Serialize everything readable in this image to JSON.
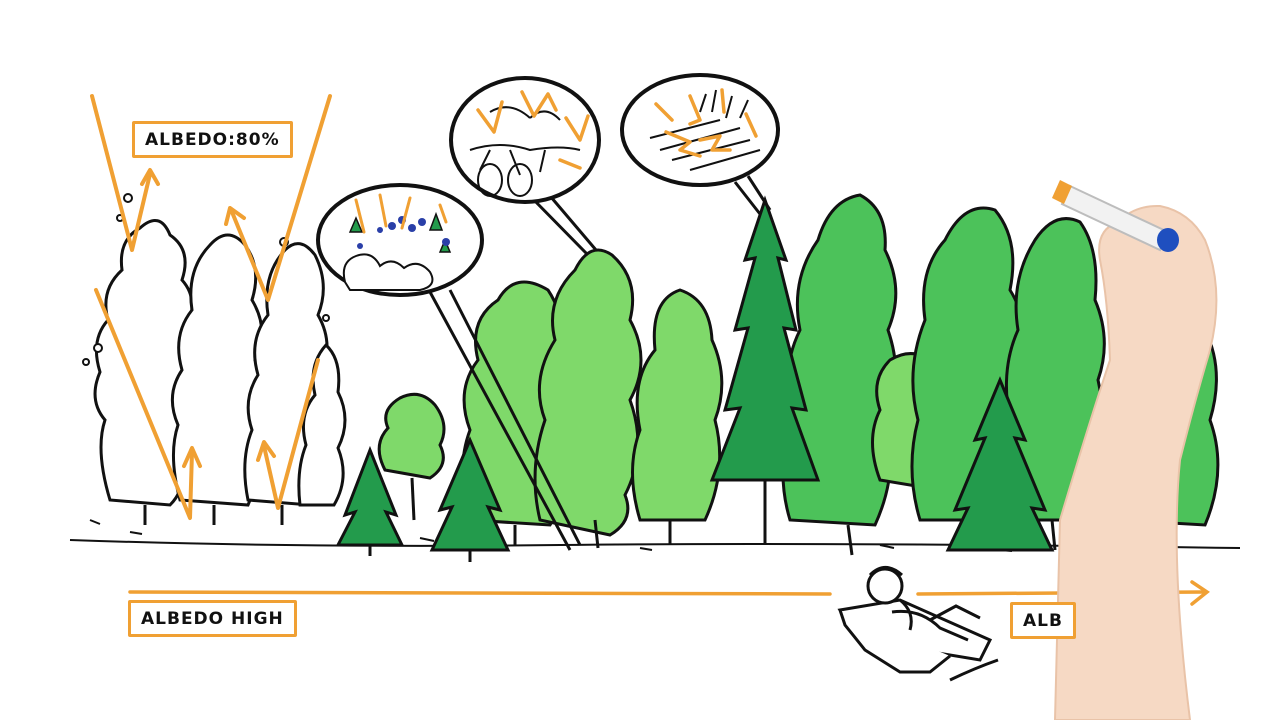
{
  "labels": {
    "albedo_percent": "ALBEDO:80%",
    "albedo_high": "ALBEDO HIGH",
    "albedo_lower_partial": "ALB"
  },
  "icons": [
    "snowy-tree-icon",
    "green-tree-icon",
    "spruce-tree-icon",
    "sun-ray-arrow-icon",
    "magnifier-bubble-icon",
    "person-on-sunlounger-icon",
    "hand-with-marker-icon"
  ],
  "colors": {
    "ray": "#f0a033",
    "ink": "#111111",
    "light_green": "#7fd96a",
    "mid_green": "#4cc25a",
    "dark_green": "#239b4c",
    "berry_blue": "#2a3fa8",
    "marker_blue": "#1f4fbf",
    "skin": "#f6d9c4"
  }
}
